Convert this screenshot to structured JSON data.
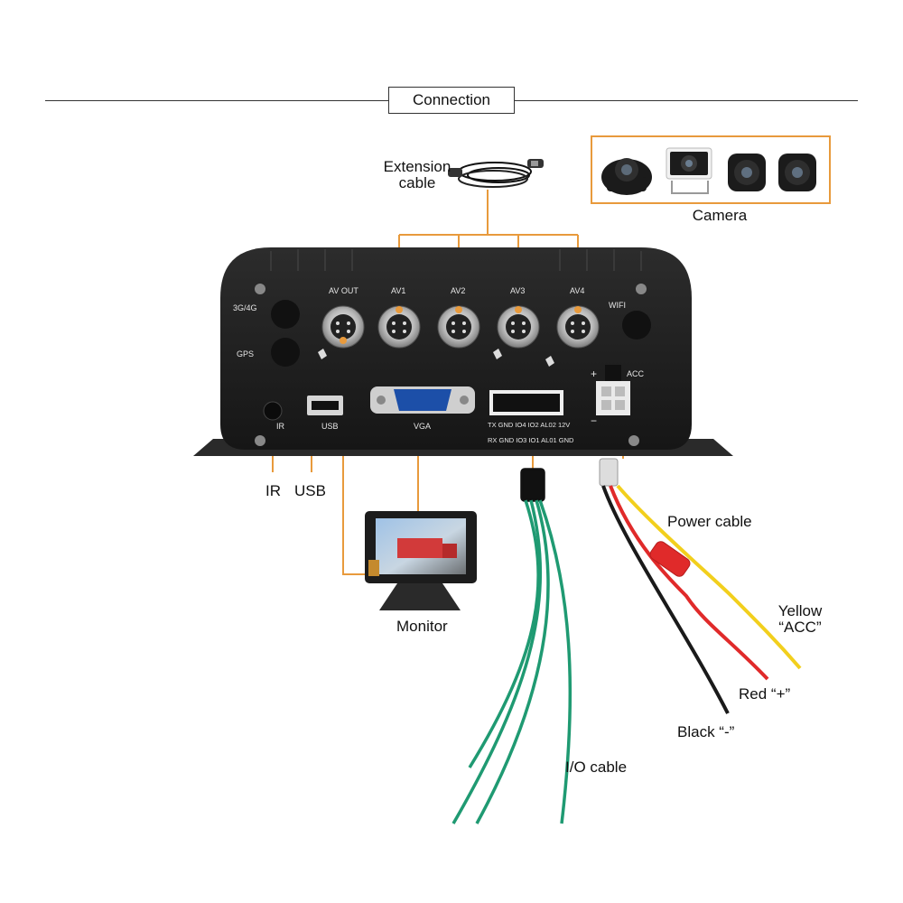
{
  "title": "Connection",
  "extension_cable_label": "Extension\ncable",
  "camera_label": "Camera",
  "ir_label": "IR",
  "usb_label": "USB",
  "monitor_label": "Monitor",
  "power_cable_label": "Power cable",
  "yellow_label": "Yellow\n“ACC”",
  "red_label": "Red “+”",
  "black_label": "Black “-”",
  "io_cable_label": "I/O cable",
  "device": {
    "port_3g4g": "3G/4G",
    "port_gps": "GPS",
    "port_avout": "AV OUT",
    "port_av1": "AV1",
    "port_av2": "AV2",
    "port_av3": "AV3",
    "port_av4": "AV4",
    "port_wifi": "WIFI",
    "port_acc": "ACC",
    "port_plus": "+",
    "port_minus": "−",
    "port_ir": "IR",
    "port_usb": "USB",
    "port_vga": "VGA",
    "io_row1": "TX GND IO4 IO2 AL02 12V",
    "io_row2": "RX GND IO3 IO1 AL01 GND"
  },
  "colors": {
    "connector_line": "#e89a3c",
    "device_body": "#1e1e1e",
    "io_wire": "#1f9a72",
    "power_yellow": "#f2cf1d",
    "power_red": "#e02a2a",
    "power_black": "#1a1a1a"
  }
}
